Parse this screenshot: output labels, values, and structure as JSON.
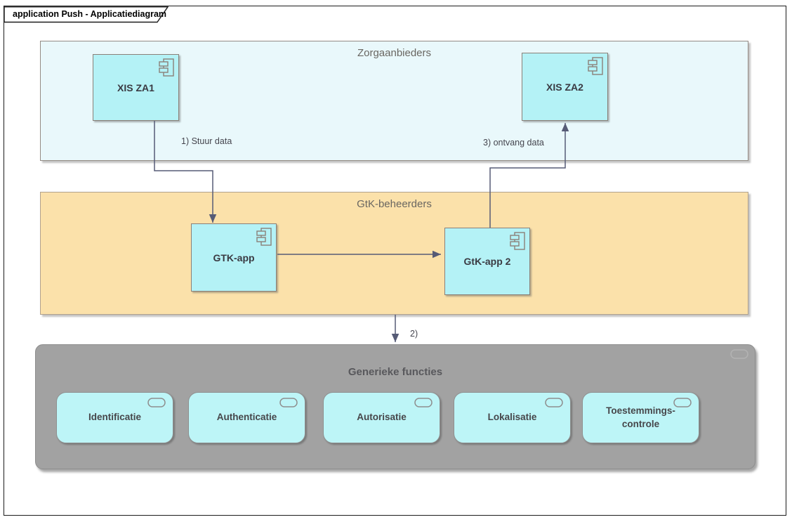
{
  "frame": {
    "title": "application Push - Applicatiediagram"
  },
  "groups": {
    "zorgaanbieders": {
      "label": "Zorgaanbieders"
    },
    "gtk_beheerders": {
      "label": "GtK-beheerders"
    },
    "generieke_functies": {
      "label": "Generieke functies"
    }
  },
  "components": {
    "xis_za1": {
      "label": "XIS ZA1"
    },
    "xis_za2": {
      "label": "XIS ZA2"
    },
    "gtk_app": {
      "label": "GTK-app"
    },
    "gtk_app_2": {
      "label": "GtK-app 2"
    }
  },
  "services": [
    "Identificatie",
    "Authenticatie",
    "Autorisatie",
    "Lokalisatie",
    "Toestemmings-controle"
  ],
  "connectors": {
    "stuur_data": {
      "label": "1) Stuur data"
    },
    "naar_generiek": {
      "label": "2)"
    },
    "ontvang_data": {
      "label": "3) ontvang data"
    }
  },
  "icons": {
    "component_icon": "uml-component-glyph",
    "service_pill_icon": "rounded-rectangle-glyph"
  },
  "colors": {
    "component_fill": "#b4f2f6",
    "component_border": "#8b8078",
    "zorgaanbieders_fill": "#e9f8fb",
    "gtk_beheerders_fill": "#fbe1aa",
    "generieke_fill": "#a2a2a2",
    "service_fill": "#bdf5f7",
    "connector": "#565b76",
    "frame_border": "#1c1c1c"
  }
}
